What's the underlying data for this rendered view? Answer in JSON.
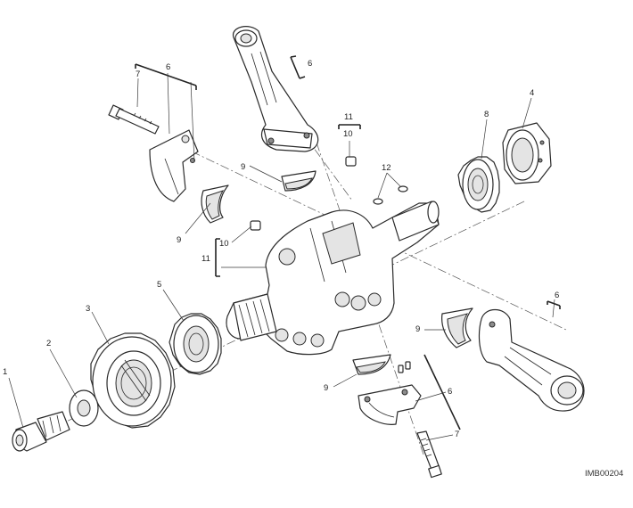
{
  "callouts": {
    "c1": "1",
    "c2": "2",
    "c3": "3",
    "c4": "4",
    "c5": "5",
    "c6a": "6",
    "c6b": "6",
    "c6c": "6",
    "c6d": "6",
    "c7a": "7",
    "c7b": "7",
    "c8": "8",
    "c9a": "9",
    "c9b": "9",
    "c9c": "9",
    "c9d": "9",
    "c10a": "10",
    "c10b": "10",
    "c11a": "11",
    "c11b": "11",
    "c12": "12"
  },
  "image_code": "IMB00204"
}
